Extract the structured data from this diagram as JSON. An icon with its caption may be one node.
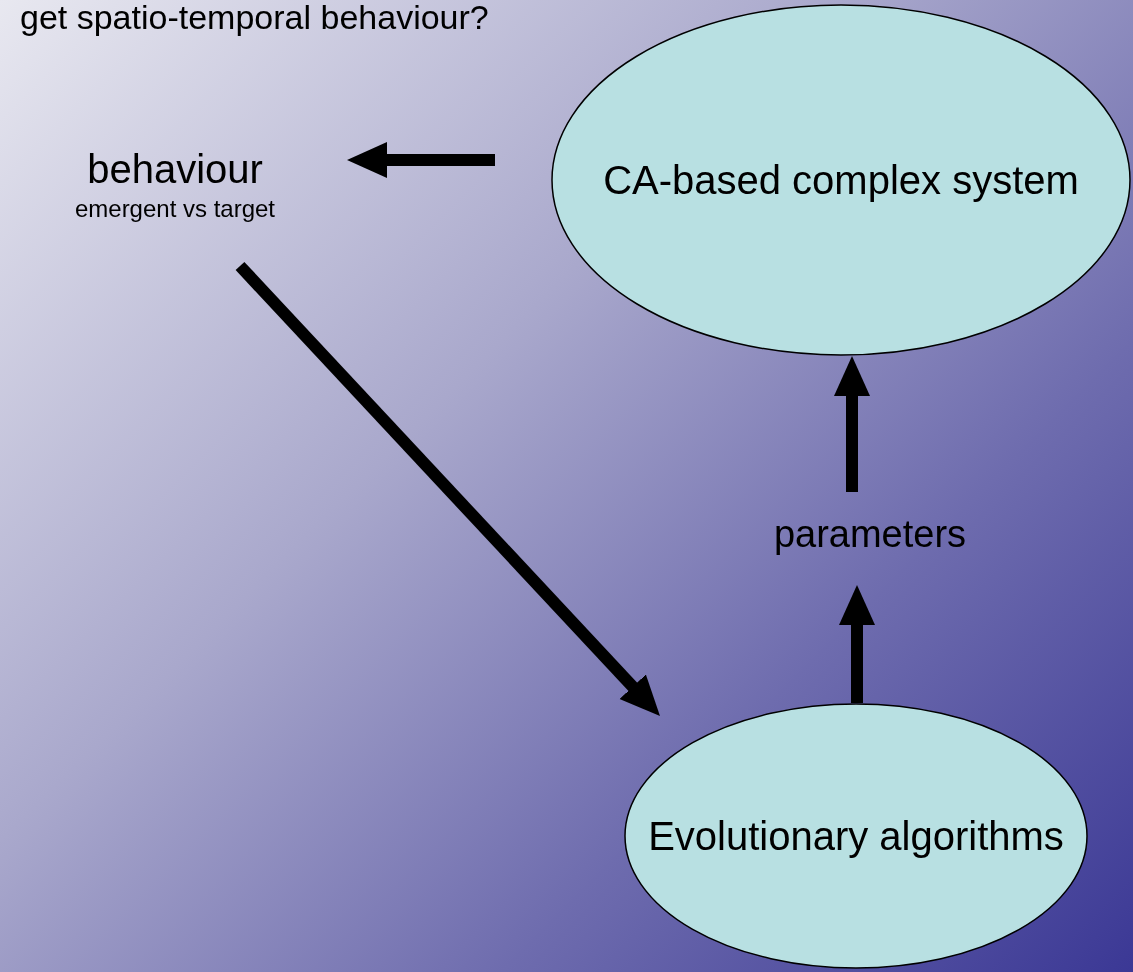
{
  "diagram": {
    "nodes": [
      {
        "text": [
          "behaviour",
          "emergent vs target"
        ]
      },
      {
        "text": [
          "CA-based complex system"
        ]
      },
      {
        "text": [
          "parameters"
        ]
      },
      {
        "text": [
          "Evolutionary algorithms"
        ]
      }
    ],
    "edges": [
      {
        "from": 1,
        "to": 0,
        "arrow": "to"
      },
      {
        "from": 0,
        "to": 3,
        "arrow": "to"
      },
      {
        "from": 3,
        "to": 2,
        "arrow": "to"
      },
      {
        "from": 2,
        "to": 1,
        "arrow": "to"
      }
    ],
    "labels": [
      "get spatio-temporal behaviour?"
    ]
  }
}
